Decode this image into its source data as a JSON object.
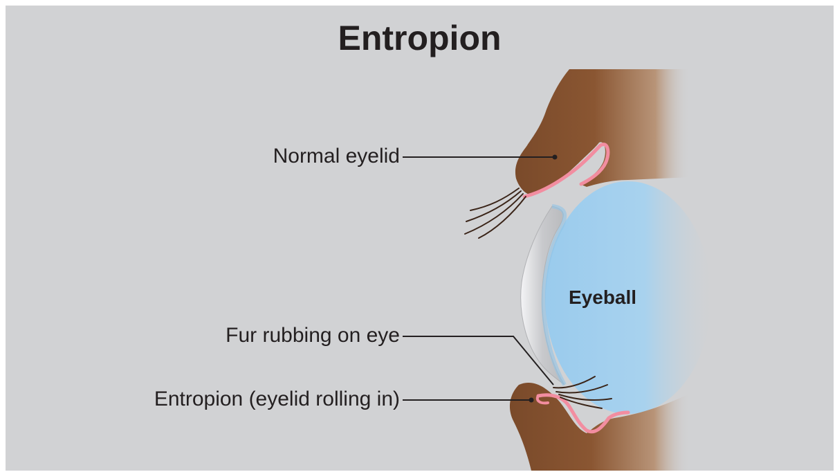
{
  "title": "Entropion",
  "labels": {
    "normal_eyelid": "Normal eyelid",
    "fur_rubbing": "Fur rubbing on eye",
    "entropion": "Entropion (eyelid rolling in)",
    "eyeball": "Eyeball"
  },
  "colors": {
    "background": "#d1d2d4",
    "fur": "#8a5632",
    "eyelid_rim": "#f28da0",
    "eyeball": "#a3cfee",
    "text": "#231f20"
  }
}
